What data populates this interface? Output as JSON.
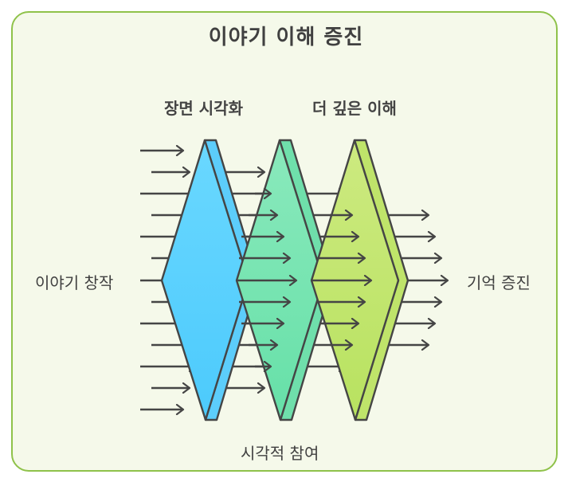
{
  "title": "이야기 이해 증진",
  "stages": [
    {
      "label": "장면 시각화",
      "color_front": "#66d6ff",
      "color_side": "#5ccdfb"
    },
    {
      "label": "",
      "color_front": "#86e8b8",
      "color_side": "#6fdfab"
    },
    {
      "label": "더 깊은 이해",
      "color_front": "#c9e87a",
      "color_side": "#bfe46a"
    }
  ],
  "labels": {
    "input": "이야기 창작",
    "output": "기억 증진",
    "bottom": "시각적 참여"
  },
  "colors": {
    "frame_border": "#8fc24a",
    "background": "#f5f9ea",
    "stroke": "#454545",
    "text": "#404040"
  }
}
